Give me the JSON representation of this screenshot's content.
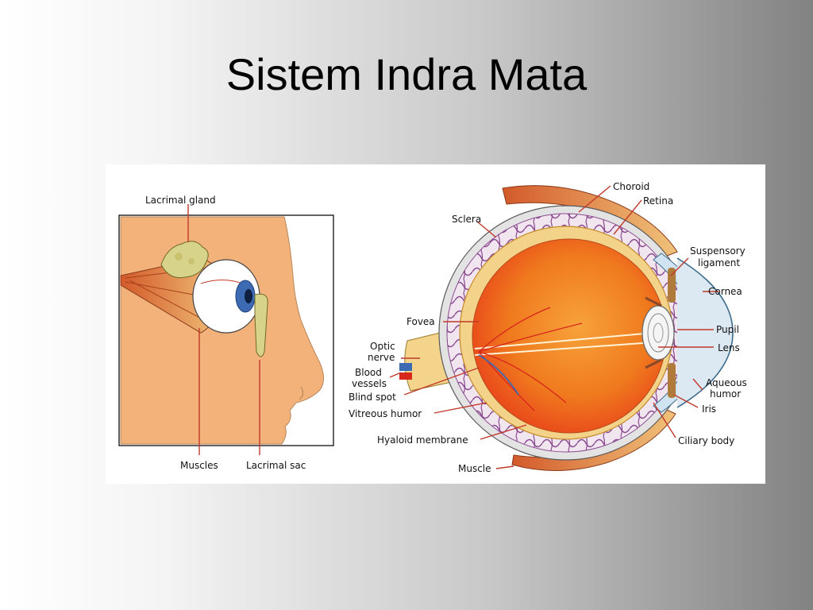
{
  "slide": {
    "title": "Sistem Indra Mata"
  },
  "head_panel": {
    "labels": {
      "lacrimal_gland": "Lacrimal gland",
      "muscles": "Muscles",
      "lacrimal_sac": "Lacrimal sac"
    }
  },
  "eyeball_panel": {
    "labels": {
      "choroid": "Choroid",
      "retina": "Retina",
      "sclera": "Sclera",
      "suspensory_1": "Suspensory",
      "suspensory_2": "ligament",
      "cornea": "Cornea",
      "pupil": "Pupil",
      "lens": "Lens",
      "fovea": "Fovea",
      "optic_1": "Optic",
      "optic_2": "nerve",
      "blood_1": "Blood",
      "blood_2": "vessels",
      "blind_spot": "Blind spot",
      "vitreous_humor": "Vitreous humor",
      "aqueous_1": "Aqueous",
      "aqueous_2": "humor",
      "iris": "Iris",
      "hyaloid_membrane": "Hyaloid membrane",
      "ciliary_body": "Ciliary body",
      "muscle": "Muscle"
    }
  },
  "colors": {
    "skin": "#f2b27a",
    "iris_blue": "#3d6bb3",
    "leader_red": "#c0392b",
    "vitreous_orange": "#f07a1e"
  }
}
